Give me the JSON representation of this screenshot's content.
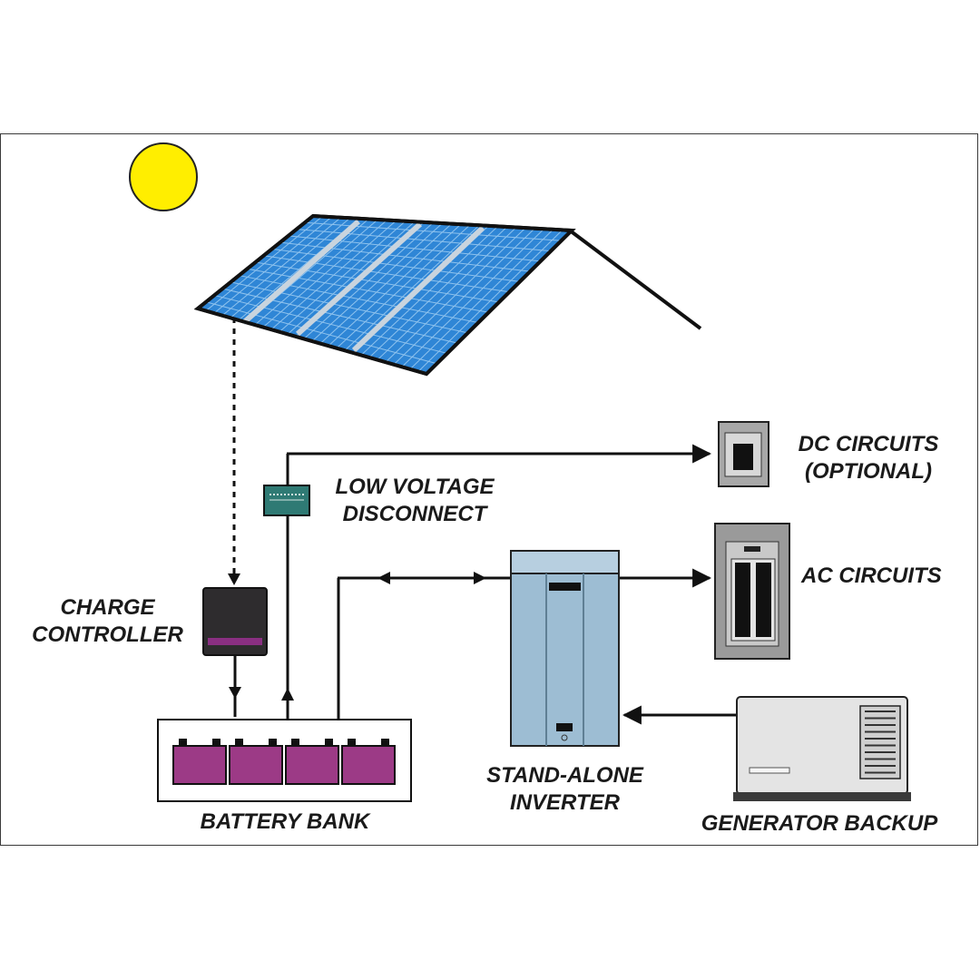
{
  "labels": {
    "dc_circuits": [
      "DC CIRCUITS",
      "(OPTIONAL)"
    ],
    "low_voltage_disconnect": [
      "LOW VOLTAGE",
      "DISCONNECT"
    ],
    "charge_controller": [
      "CHARGE",
      "CONTROLLER"
    ],
    "ac_circuits": "AC CIRCUITS",
    "battery_bank": "BATTERY BANK",
    "stand_alone_inverter": [
      "STAND-ALONE",
      "INVERTER"
    ],
    "generator_backup": "GENERATOR BACKUP"
  },
  "colors": {
    "sun": "#ffee00",
    "panel": "#2f86d6",
    "battery": "#9c3a86",
    "inverter": "#9dbdd3",
    "lvd": "#2f7a74",
    "controller": "#2e2c2e",
    "controller_stripe": "#8a2f82",
    "breaker_box": "#9a9a9a",
    "generator": "#e4e4e4"
  },
  "icons": [
    "sun-icon",
    "solar-panel-icon",
    "charge-controller-icon",
    "low-voltage-disconnect-icon",
    "battery-bank-icon",
    "inverter-icon",
    "dc-breaker-panel-icon",
    "ac-breaker-panel-icon",
    "generator-icon"
  ]
}
